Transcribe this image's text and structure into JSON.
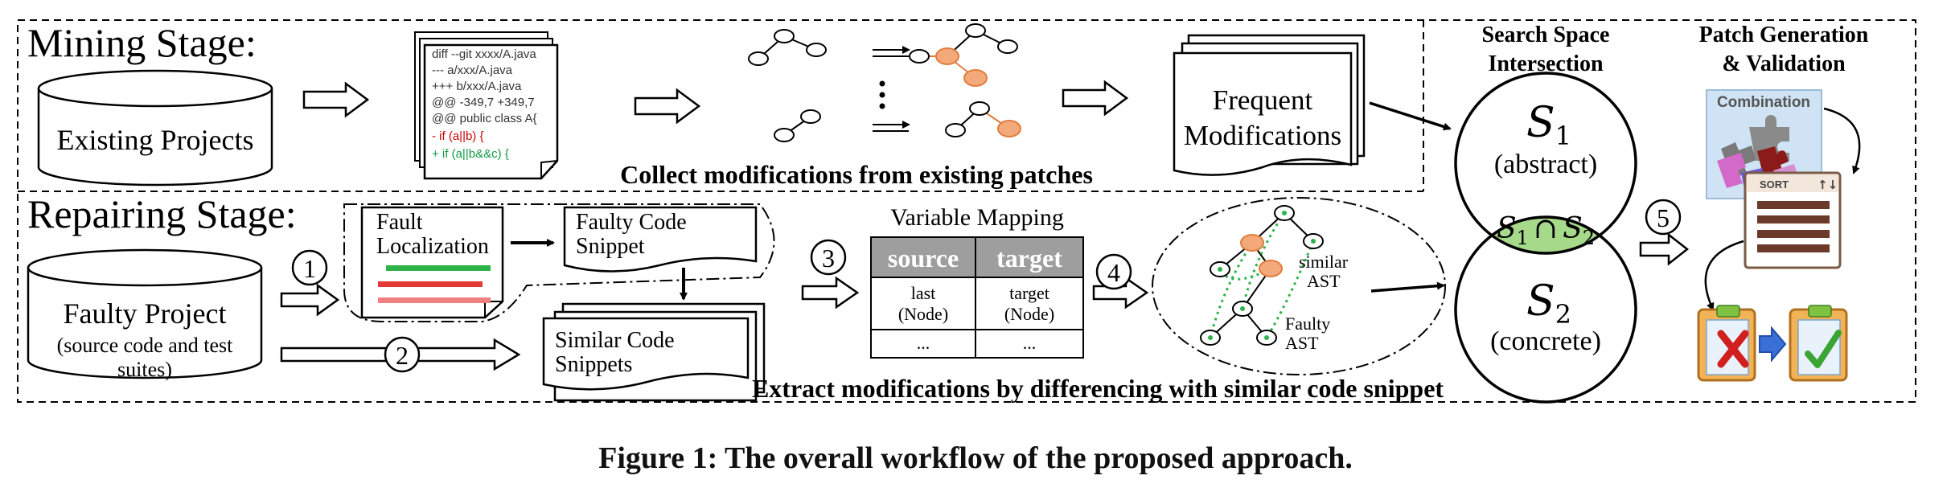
{
  "mining": {
    "stage_title": "Mining Stage:",
    "existing_projects": "Existing Projects",
    "diff_lines": [
      {
        "text": "diff --git  xxxx/A.java",
        "color": "#333333"
      },
      {
        "text": "---   a/xxx/A.java",
        "color": "#333333"
      },
      {
        "text": "+++ b/xxx/A.java",
        "color": "#333333"
      },
      {
        "text": "@@ -349,7 +349,7",
        "color": "#333333"
      },
      {
        "text": "@@ public class A{",
        "color": "#333333"
      },
      {
        "text": "-   if (a||b) {",
        "color": "#cc0000"
      },
      {
        "text": "+  if (a||b&&c) {",
        "color": "#119944"
      }
    ],
    "frequent_modifications": [
      "Frequent",
      "Modifications"
    ],
    "collect_caption": "Collect modifications from existing patches"
  },
  "repairing": {
    "stage_title": "Repairing Stage:",
    "faulty_project": "Faulty Project",
    "faulty_project_sub": [
      "(source code and test",
      "suites)"
    ],
    "fault_localization": [
      "Fault",
      "Localization"
    ],
    "faulty_code_snippet": [
      "Faulty Code",
      "Snippet"
    ],
    "similar_code_snippets": [
      "Similar Code",
      "Snippets"
    ],
    "variable_mapping_title": "Variable Mapping",
    "table_headers": [
      "source",
      "target"
    ],
    "table_rows": [
      [
        "last",
        "target"
      ],
      [
        "(Node)",
        "(Node)"
      ],
      [
        "...",
        "..."
      ]
    ],
    "similar_ast": [
      "similar",
      "AST"
    ],
    "faulty_ast": [
      "Faulty",
      "AST"
    ],
    "extract_caption": "Extract modifications by differencing with similar code snippet"
  },
  "steps": [
    "1",
    "2",
    "3",
    "4",
    "5"
  ],
  "search_space": {
    "title": [
      "Search Space",
      "Intersection"
    ],
    "s1": "S",
    "s1_sub": "1",
    "s1_label": "(abstract)",
    "s2": "S",
    "s2_sub": "2",
    "s2_label": "(concrete)",
    "intersection": {
      "a": "S",
      "a_sub": "1",
      "op": "∩",
      "b": "S",
      "b_sub": "2"
    }
  },
  "patch": {
    "title": [
      "Patch Generation",
      "& Validation"
    ],
    "combination": "Combination",
    "sort": "SORT",
    "sort_arrows": "↑↓"
  },
  "colors": {
    "orange": "#f4a97a",
    "orange_stroke": "#e07c3e",
    "green_fill": "#a7d98b",
    "red": "#e53935",
    "green": "#2db34a",
    "gray_header": "#9e9e9e"
  },
  "caption": "Figure 1: The overall workflow of the proposed approach."
}
